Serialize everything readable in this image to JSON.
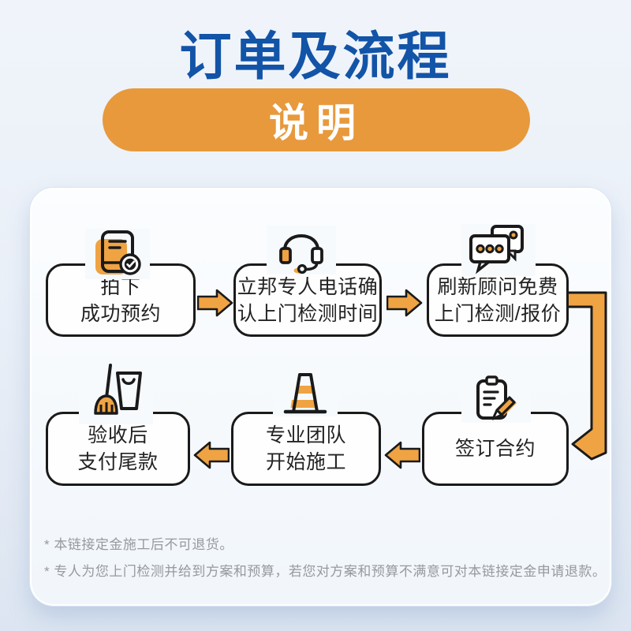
{
  "header": {
    "title": "订单及流程",
    "badge": "说明"
  },
  "colors": {
    "title_blue": "#1254A7",
    "accent_orange": "#EFA343",
    "badge_orange": "#E8993C",
    "outline_black": "#1A1A1A",
    "footnote_gray": "#97999C"
  },
  "flow": {
    "steps": [
      {
        "icon": "document-check-icon",
        "label_lines": [
          "拍下",
          "成功预约"
        ]
      },
      {
        "icon": "headset-icon",
        "label_lines": [
          "立邦专人电话确",
          "认上门检测时间"
        ]
      },
      {
        "icon": "chat-bubbles-icon",
        "label_lines": [
          "刷新顾问免费",
          "上门检测/报价"
        ]
      },
      {
        "icon": "clipboard-pen-icon",
        "label_lines": [
          "签订合约"
        ]
      },
      {
        "icon": "traffic-cone-icon",
        "label_lines": [
          "专业团队",
          "开始施工"
        ]
      },
      {
        "icon": "broom-bucket-icon",
        "label_lines": [
          "验收后",
          "支付尾款"
        ]
      }
    ]
  },
  "footnotes": [
    "* 本链接定金施工后不可退货。",
    "* 专人为您上门检测并给到方案和预算，若您对方案和预算不满意可对本链接定金申请退款。"
  ]
}
